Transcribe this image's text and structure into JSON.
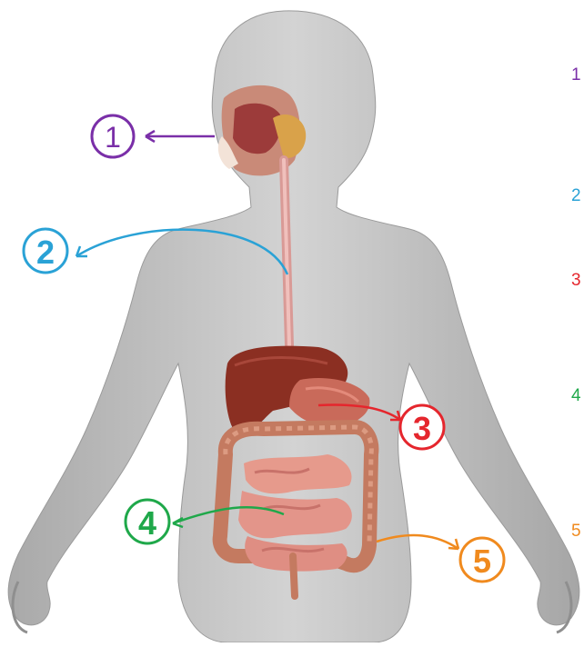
{
  "diagram": {
    "callouts": [
      {
        "number": "1",
        "color": "#7a2fa8",
        "organ": "mouth"
      },
      {
        "number": "2",
        "color": "#2aa2d6",
        "organ": "esophagus"
      },
      {
        "number": "3",
        "color": "#e5262d",
        "organ": "stomach"
      },
      {
        "number": "4",
        "color": "#1fa84a",
        "organ": "small-intestine"
      },
      {
        "number": "5",
        "color": "#f08a1e",
        "organ": "large-intestine"
      }
    ],
    "side_numbers": [
      {
        "label": "1",
        "color": "#7a2fa8"
      },
      {
        "label": "2",
        "color": "#2aa2d6"
      },
      {
        "label": "3",
        "color": "#e5262d"
      },
      {
        "label": "4",
        "color": "#1fa84a"
      },
      {
        "label": "5",
        "color": "#f08a1e"
      }
    ]
  }
}
